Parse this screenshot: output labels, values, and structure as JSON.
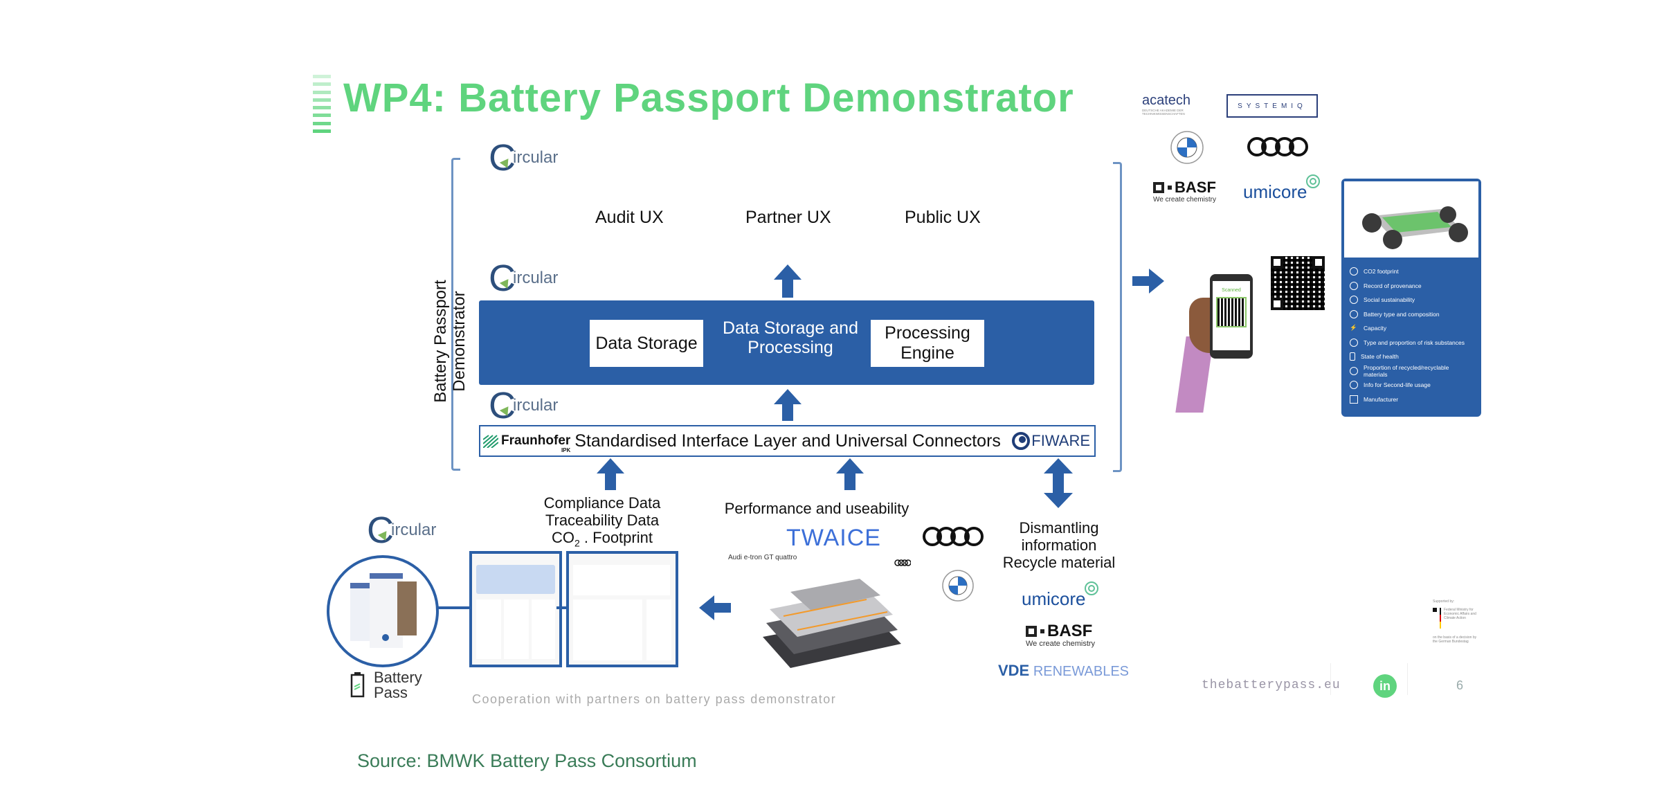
{
  "title": "WP4: Battery Passport Demonstrator",
  "side_label": "Battery Passport Demonstrator",
  "circulor_logo": "ircular",
  "ux_layers": [
    "Audit UX",
    "Partner UX",
    "Public UX"
  ],
  "storage_layer": {
    "left_box": "Data Storage",
    "center_text": "Data Storage and Processing",
    "right_box": "Processing Engine"
  },
  "interface_layer": {
    "label": "Standardised Interface Layer and Universal Connectors",
    "left_logo": "Fraunhofer",
    "left_logo_sub": "IPK",
    "right_logo": "FIWARE"
  },
  "inputs": {
    "compliance": [
      "Compliance Data",
      "Traceability Data",
      "CO2 Footprint"
    ],
    "performance": "Performance and useability",
    "dismantling": [
      "Dismantling",
      "information",
      "Recycle material"
    ]
  },
  "partner_logos": {
    "top_right": [
      "acatech",
      "SYSTEMIQ",
      "BMW",
      "Audi",
      "BASF",
      "umicore"
    ],
    "acatech_sub": "DEUTSCHE AKADEMIE DER TECHNIKWISSENSCHAFTEN",
    "basf_tagline": "We create chemistry",
    "performance": [
      "TWAICE",
      "Audi",
      "BMW"
    ],
    "recycling": [
      "umicore",
      "BASF",
      "VDE RENEWABLES"
    ]
  },
  "battery_image_caption": "Audi e-tron GT quattro",
  "battery_pass_brand": [
    "Battery",
    "Pass"
  ],
  "phone_screen_label": "Scanned",
  "passport_panel": {
    "items": [
      "CO2 footprint",
      "Record of provenance",
      "Social sustainability",
      "Battery type and composition",
      "Capacity",
      "Type and proportion of risk substances",
      "State of health",
      "Proportion of recycled/recyclable materials",
      "Info for Second-life usage",
      "Manufacturer"
    ]
  },
  "caption": "Cooperation with partners on battery pass demonstrator",
  "footer": {
    "website": "thebatterypass.eu",
    "linkedin": "in",
    "page_number": "6",
    "supported_by": "Supported by:",
    "ministry": "Federal Ministry for Economic Affairs and Climate Action",
    "decision": "on the basis of a decision by the German Bundestag"
  },
  "source": "Source: BMWK Battery Pass Consortium",
  "colors": {
    "title_green": "#5fd47e",
    "primary_blue": "#2b5fa6",
    "source_green": "#3a7c58"
  }
}
